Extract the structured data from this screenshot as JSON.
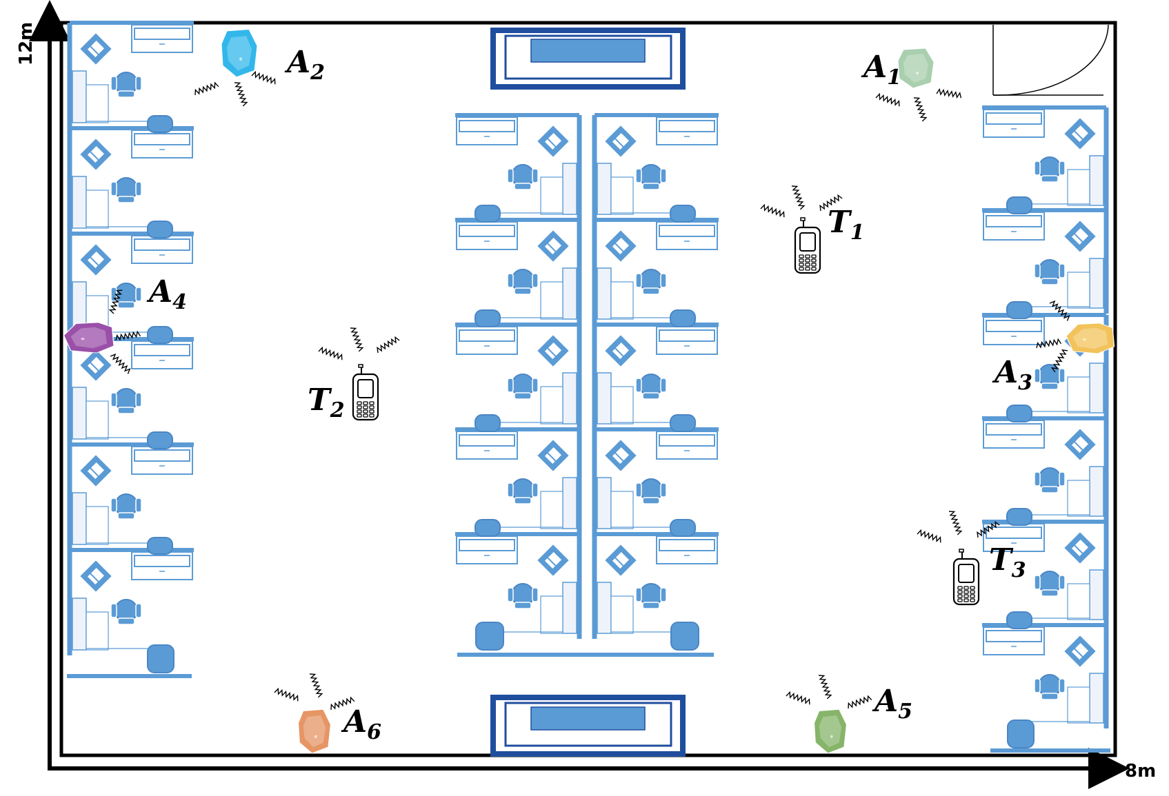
{
  "axes": {
    "x_label": "8m",
    "y_label": "12m"
  },
  "colors": {
    "furniture": "#5b9bd5",
    "furniture_dark": "#4a86c5",
    "panel_fill": "#eef3fb",
    "table_frame": "#1f4e9e",
    "table_inner": "#5b9bd5",
    "wall": "#000000"
  },
  "anchors": [
    {
      "id": "A1",
      "label_main": "A",
      "label_sub": "1",
      "color": "#a9cfae",
      "icon": "beacon-icon"
    },
    {
      "id": "A2",
      "label_main": "A",
      "label_sub": "2",
      "color": "#33b7ea",
      "icon": "beacon-icon"
    },
    {
      "id": "A3",
      "label_main": "A",
      "label_sub": "3",
      "color": "#f2c35b",
      "icon": "beacon-icon"
    },
    {
      "id": "A4",
      "label_main": "A",
      "label_sub": "4",
      "color": "#9a4fa8",
      "icon": "beacon-icon"
    },
    {
      "id": "A5",
      "label_main": "A",
      "label_sub": "5",
      "color": "#86b56a",
      "icon": "beacon-icon"
    },
    {
      "id": "A6",
      "label_main": "A",
      "label_sub": "6",
      "color": "#e69565",
      "icon": "beacon-icon"
    }
  ],
  "tags": [
    {
      "id": "T1",
      "label_main": "T",
      "label_sub": "1",
      "icon": "phone-icon"
    },
    {
      "id": "T2",
      "label_main": "T",
      "label_sub": "2",
      "icon": "phone-icon"
    },
    {
      "id": "T3",
      "label_main": "T",
      "label_sub": "3",
      "icon": "phone-icon"
    }
  ]
}
